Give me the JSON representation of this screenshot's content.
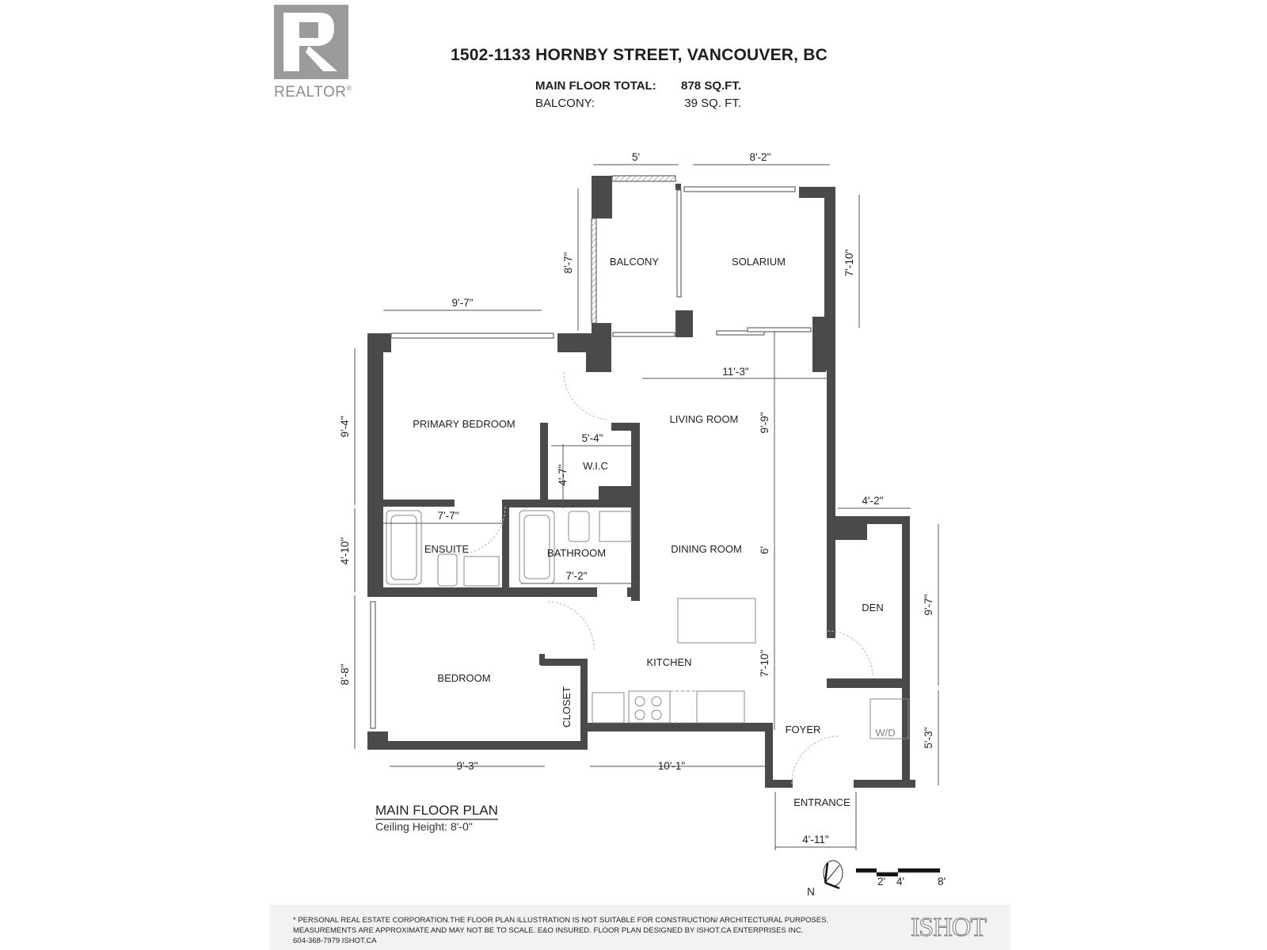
{
  "header": {
    "logo_label": "REALTOR",
    "logo_mark": "®",
    "logo_icon": "realtor-r-icon",
    "address": "1502-1133 HORNBY STREET, VANCOUVER, BC",
    "areas": [
      {
        "label": "MAIN FLOOR TOTAL:",
        "value": "878 SQ.FT."
      },
      {
        "label": "BALCONY:",
        "value": "39 SQ. FT."
      }
    ]
  },
  "rooms": {
    "balcony": "BALCONY",
    "solarium": "SOLARIUM",
    "primary_bedroom": "PRIMARY BEDROOM",
    "living_room": "LIVING ROOM",
    "wic": "W.I.C",
    "ensuite": "ENSUITE",
    "bathroom": "BATHROOM",
    "dining_room": "DINING ROOM",
    "den": "DEN",
    "bedroom": "BEDROOM",
    "closet": "CLOSET",
    "kitchen": "KITCHEN",
    "foyer": "FOYER",
    "wd": "W/D",
    "entrance": "ENTRANCE"
  },
  "dimensions": {
    "balcony_width": "5'",
    "solarium_width": "8'-2\"",
    "balcony_depth": "8'-7\"",
    "solarium_depth": "7'-10\"",
    "primary_width": "9'-7\"",
    "primary_depth": "9'-4\"",
    "living_width": "11'-3\"",
    "living_depth": "9'-9\"",
    "wic_width": "5'-4\"",
    "wic_depth": "4'-7\"",
    "ensuite_width": "7'-7\"",
    "ensuite_depth": "4'-10\"",
    "bathroom_width": "7'-2\"",
    "dining_depth": "6'",
    "den_width": "4'-2\"",
    "den_depth": "9'-7\"",
    "laundry_depth": "5'-3\"",
    "kitchen_depth": "7'-10\"",
    "bedroom_depth": "8'-8\"",
    "bedroom_width": "9'-3\"",
    "kitchen_width": "10'-1\"",
    "entrance_width": "4'-11\""
  },
  "plan": {
    "title": "MAIN FLOOR PLAN",
    "ceiling": "Ceiling Height: 8'-0\""
  },
  "legend": {
    "north": "N",
    "scale_ticks": [
      "2'",
      "4'",
      "8'"
    ]
  },
  "footer": {
    "disclaimer_1": "* PERSONAL REAL ESTATE CORPORATION.THE FLOOR PLAN ILLUSTRATION IS NOT SUITABLE FOR CONSTRUCTION/ ARCHITECTURAL PURPOSES.",
    "disclaimer_2": "MEASUREMENTS ARE APPROXIMATE AND MAY NOT BE TO SCALE. E&O INSURED. FLOOR PLAN DESIGNED BY ISHOT.CA ENTERPRISES INC.",
    "contact": "604-368-7979  ISHOT.CA",
    "brand": "ISHOT"
  },
  "colors": {
    "wall": "#4a4a4a",
    "logo_gray": "#9b9b9b",
    "footer_bg": "#f2f2f2",
    "dim_line": "#555555"
  }
}
